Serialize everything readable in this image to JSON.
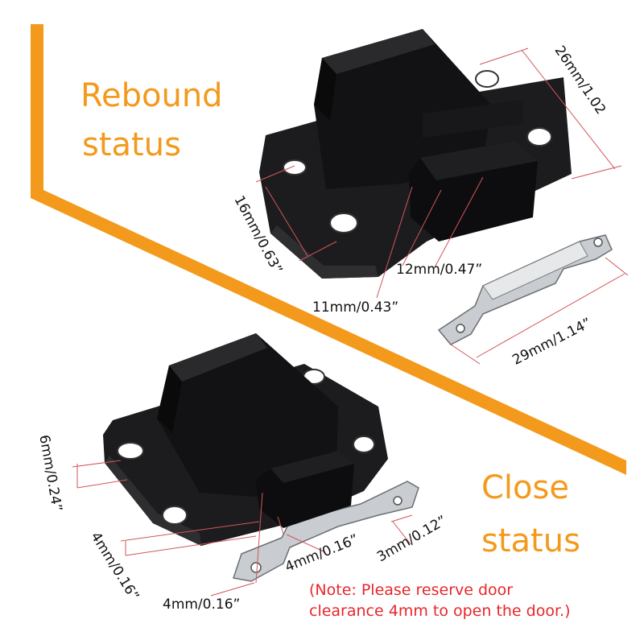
{
  "colors": {
    "accent_band": "#F39A1C",
    "status_text": "#F39A1C",
    "note_text": "#E8262A",
    "dimension_line": "#D2555A",
    "latch_body": "#1C1C1E",
    "strike_plate": "#C9CDD1"
  },
  "labels": {
    "rebound_line1": "Rebound",
    "rebound_line2": "status",
    "close_line1": "Close",
    "close_line2": "status"
  },
  "dimensions": {
    "top_width": "26mm/1.02",
    "top_height": "16mm/0.63”",
    "top_latch_width": "12mm/0.47”",
    "top_latch_depth": "11mm/0.43”",
    "strike_length": "29mm/1.14”",
    "bottom_side": "6mm/0.24”",
    "bottom_left": "4mm/0.16”",
    "bottom_gap": "4mm/0.16”",
    "bottom_base": "4mm/0.16”",
    "strike_thickness": "3mm/0.12”"
  },
  "note": {
    "line1": "(Note: Please reserve door",
    "line2": "clearance 4mm to open the door.)"
  }
}
